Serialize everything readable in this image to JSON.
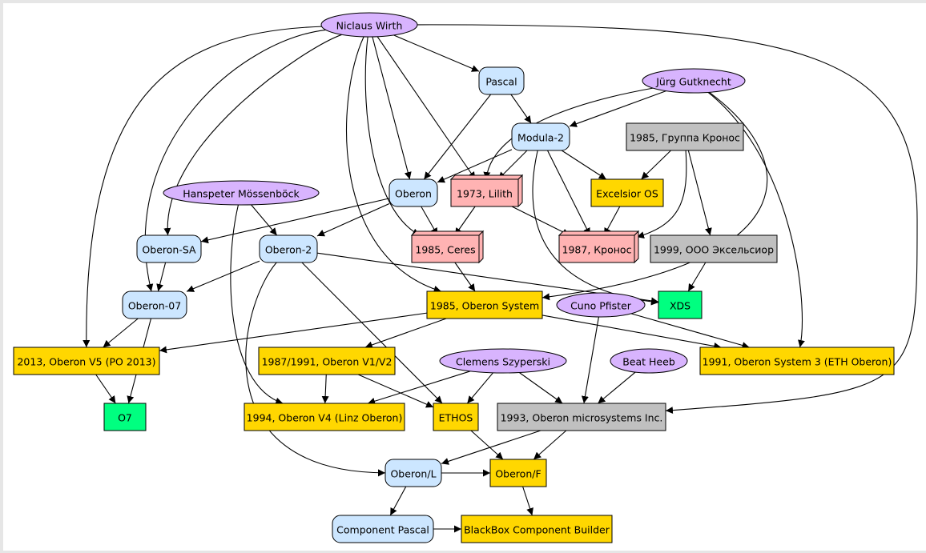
{
  "diagram": {
    "title": "Oberon family tree",
    "colors": {
      "person": "#d8b4fe",
      "language": "#cce6ff",
      "system": "#ffd700",
      "hardware": "#ffb3b3",
      "organization": "#c0c0c0",
      "product": "#00ff80"
    },
    "nodes": [
      {
        "id": "wirth",
        "label": "Niclaus Wirth",
        "kind": "person"
      },
      {
        "id": "pascal",
        "label": "Pascal",
        "kind": "language"
      },
      {
        "id": "gutknecht",
        "label": "Jürg Gutknecht",
        "kind": "person"
      },
      {
        "id": "modula2",
        "label": "Modula-2",
        "kind": "language"
      },
      {
        "id": "kronos_group",
        "label": "1985, Группа Кронос",
        "kind": "organization"
      },
      {
        "id": "moessenboeck",
        "label": "Hanspeter Mössenböck",
        "kind": "person"
      },
      {
        "id": "oberon",
        "label": "Oberon",
        "kind": "language"
      },
      {
        "id": "lilith",
        "label": "1973, Lilith",
        "kind": "hardware"
      },
      {
        "id": "excelsior_os",
        "label": "Excelsior OS",
        "kind": "system"
      },
      {
        "id": "oberon_sa",
        "label": "Oberon-SA",
        "kind": "language"
      },
      {
        "id": "oberon2",
        "label": "Oberon-2",
        "kind": "language"
      },
      {
        "id": "ceres",
        "label": "1985, Ceres",
        "kind": "hardware"
      },
      {
        "id": "kronos",
        "label": "1987, Кронос",
        "kind": "hardware"
      },
      {
        "id": "excelsior_llc",
        "label": "1999, ООО Эксельсиор",
        "kind": "organization"
      },
      {
        "id": "oberon07",
        "label": "Oberon-07",
        "kind": "language"
      },
      {
        "id": "oberon_system",
        "label": "1985, Oberon System",
        "kind": "system"
      },
      {
        "id": "pfister",
        "label": "Cuno Pfister",
        "kind": "person"
      },
      {
        "id": "xds",
        "label": "XDS",
        "kind": "product"
      },
      {
        "id": "v5",
        "label": "2013, Oberon V5 (PO 2013)",
        "kind": "system"
      },
      {
        "id": "v1v2",
        "label": "1987/1991, Oberon V1/V2",
        "kind": "system"
      },
      {
        "id": "szyperski",
        "label": "Clemens Szyperski",
        "kind": "person"
      },
      {
        "id": "heeb",
        "label": "Beat Heeb",
        "kind": "person"
      },
      {
        "id": "system3",
        "label": "1991, Oberon System 3 (ETH Oberon)",
        "kind": "system"
      },
      {
        "id": "o7",
        "label": "O7",
        "kind": "product"
      },
      {
        "id": "v4",
        "label": "1994, Oberon V4 (Linz Oberon)",
        "kind": "system"
      },
      {
        "id": "ethos",
        "label": "ETHOS",
        "kind": "system"
      },
      {
        "id": "oms",
        "label": "1993, Oberon microsystems Inc.",
        "kind": "organization"
      },
      {
        "id": "oberon_l",
        "label": "Oberon/L",
        "kind": "language"
      },
      {
        "id": "oberon_f",
        "label": "Oberon/F",
        "kind": "system"
      },
      {
        "id": "component_pascal",
        "label": "Component Pascal",
        "kind": "language"
      },
      {
        "id": "blackbox",
        "label": "BlackBox Component Builder",
        "kind": "system"
      }
    ],
    "edges": [
      {
        "from": "wirth",
        "to": "pascal"
      },
      {
        "from": "wirth",
        "to": "oberon"
      },
      {
        "from": "wirth",
        "to": "lilith"
      },
      {
        "from": "wirth",
        "to": "ceres"
      },
      {
        "from": "wirth",
        "to": "oberon_system"
      },
      {
        "from": "wirth",
        "to": "oberon_sa"
      },
      {
        "from": "wirth",
        "to": "oberon07"
      },
      {
        "from": "wirth",
        "to": "v5"
      },
      {
        "from": "wirth",
        "to": "oms"
      },
      {
        "from": "pascal",
        "to": "modula2"
      },
      {
        "from": "pascal",
        "to": "oberon"
      },
      {
        "from": "gutknecht",
        "to": "modula2"
      },
      {
        "from": "gutknecht",
        "to": "lilith"
      },
      {
        "from": "gutknecht",
        "to": "oberon_system"
      },
      {
        "from": "gutknecht",
        "to": "system3"
      },
      {
        "from": "modula2",
        "to": "oberon"
      },
      {
        "from": "modula2",
        "to": "lilith"
      },
      {
        "from": "modula2",
        "to": "excelsior_os"
      },
      {
        "from": "modula2",
        "to": "kronos"
      },
      {
        "from": "modula2",
        "to": "xds"
      },
      {
        "from": "kronos_group",
        "to": "excelsior_os"
      },
      {
        "from": "kronos_group",
        "to": "kronos"
      },
      {
        "from": "kronos_group",
        "to": "excelsior_llc"
      },
      {
        "from": "moessenboeck",
        "to": "oberon2"
      },
      {
        "from": "moessenboeck",
        "to": "v4"
      },
      {
        "from": "oberon",
        "to": "oberon_sa"
      },
      {
        "from": "oberon",
        "to": "oberon2"
      },
      {
        "from": "oberon",
        "to": "ceres"
      },
      {
        "from": "lilith",
        "to": "ceres"
      },
      {
        "from": "lilith",
        "to": "kronos"
      },
      {
        "from": "excelsior_os",
        "to": "kronos"
      },
      {
        "from": "oberon_sa",
        "to": "oberon07"
      },
      {
        "from": "oberon2",
        "to": "oberon07"
      },
      {
        "from": "oberon2",
        "to": "xds"
      },
      {
        "from": "oberon2",
        "to": "ethos"
      },
      {
        "from": "oberon2",
        "to": "oberon_l"
      },
      {
        "from": "ceres",
        "to": "oberon_system"
      },
      {
        "from": "excelsior_llc",
        "to": "xds"
      },
      {
        "from": "oberon07",
        "to": "v5"
      },
      {
        "from": "oberon07",
        "to": "o7"
      },
      {
        "from": "oberon_system",
        "to": "v5"
      },
      {
        "from": "oberon_system",
        "to": "v1v2"
      },
      {
        "from": "oberon_system",
        "to": "system3"
      },
      {
        "from": "pfister",
        "to": "system3"
      },
      {
        "from": "pfister",
        "to": "oms"
      },
      {
        "from": "v5",
        "to": "o7"
      },
      {
        "from": "v1v2",
        "to": "v4"
      },
      {
        "from": "v1v2",
        "to": "ethos"
      },
      {
        "from": "szyperski",
        "to": "v4"
      },
      {
        "from": "szyperski",
        "to": "ethos"
      },
      {
        "from": "szyperski",
        "to": "oms"
      },
      {
        "from": "heeb",
        "to": "oms"
      },
      {
        "from": "ethos",
        "to": "oberon_f"
      },
      {
        "from": "oms",
        "to": "oberon_l"
      },
      {
        "from": "oms",
        "to": "oberon_f"
      },
      {
        "from": "oberon_l",
        "to": "oberon_f"
      },
      {
        "from": "oberon_l",
        "to": "component_pascal"
      },
      {
        "from": "oberon_f",
        "to": "blackbox"
      },
      {
        "from": "component_pascal",
        "to": "blackbox"
      }
    ]
  }
}
